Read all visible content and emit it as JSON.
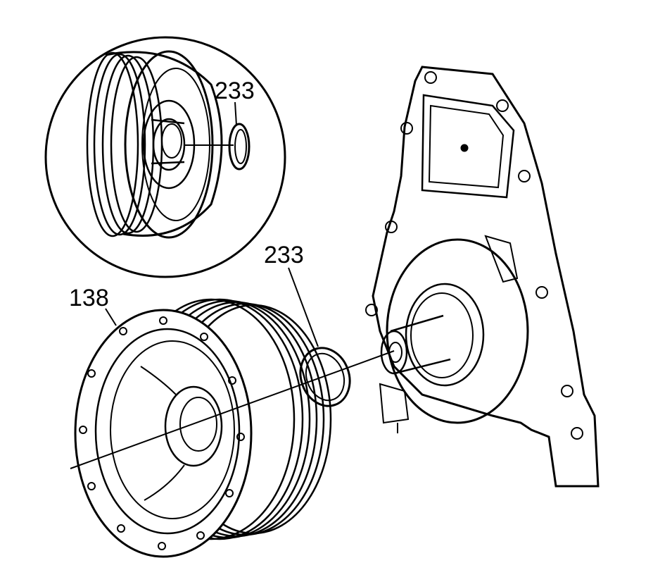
{
  "callouts": [
    {
      "id": "detail",
      "label": "233"
    },
    {
      "id": "main",
      "label": "233"
    },
    {
      "id": "balancer",
      "label": "138"
    }
  ],
  "colors": {
    "line": "#000000",
    "background": "#ffffff"
  }
}
